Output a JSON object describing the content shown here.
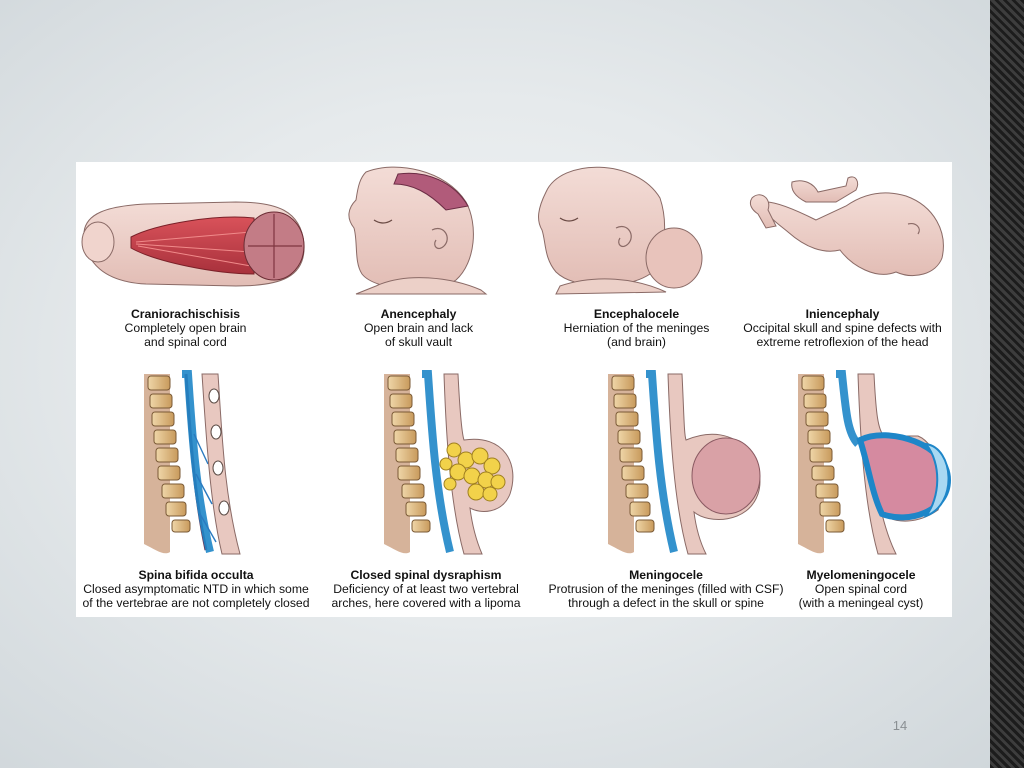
{
  "slide": {
    "page_number": "14"
  },
  "figure": {
    "top_row": [
      {
        "title": "Craniorachischisis",
        "line1": "Completely open brain",
        "line2": "and spinal cord"
      },
      {
        "title": "Anencephaly",
        "line1": "Open brain and lack",
        "line2": "of skull vault"
      },
      {
        "title": "Encephalocele",
        "line1": "Herniation of the meninges",
        "line2": "(and brain)"
      },
      {
        "title": "Iniencephaly",
        "line1": "Occipital skull and spine defects with",
        "line2": "extreme retroflexion of the head"
      }
    ],
    "bottom_row": [
      {
        "title": "Spina bifida occulta",
        "line1": "Closed asymptomatic NTD in which some",
        "line2": "of the vertebrae are not completely closed"
      },
      {
        "title": "Closed spinal dysraphism",
        "line1": "Deficiency of at least two vertebral",
        "line2": "arches, here covered with a lipoma"
      },
      {
        "title": "Meningocele",
        "line1": "Protrusion of the meninges (filled with CSF)",
        "line2": "through a defect in the skull or spine"
      },
      {
        "title": "Myelomeningocele",
        "line1": "Open spinal cord",
        "line2": "(with a meningeal cyst)"
      }
    ]
  }
}
